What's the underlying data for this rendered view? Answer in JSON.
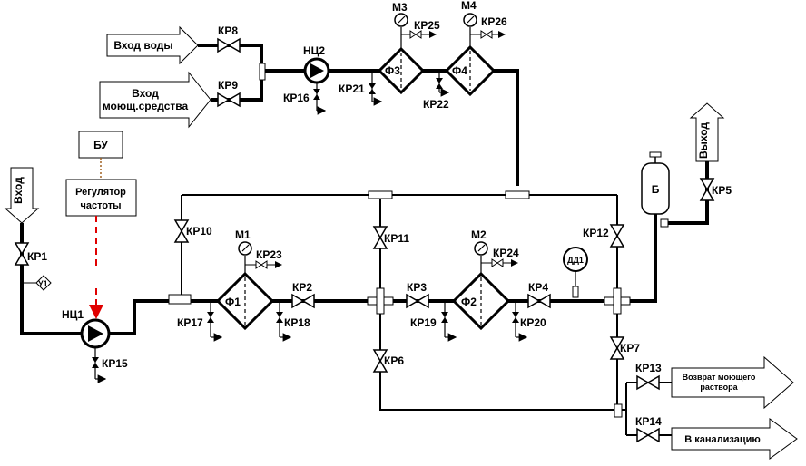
{
  "inlets": {
    "water": "Вход воды",
    "detergent_1": "Вход",
    "detergent_2": "моющ.средства",
    "main_in": "Вход",
    "main_out": "Выход"
  },
  "outlets": {
    "return_1": "Возврат моющего",
    "return_2": "раствора",
    "sewer": "В канализацию"
  },
  "control": {
    "bu": "БУ",
    "regulator_1": "Регулятор",
    "regulator_2": "частоты"
  },
  "pumps": {
    "nc1": "НЦ1",
    "nc2": "НЦ2"
  },
  "filters": {
    "f1": "Ф1",
    "f2": "Ф2",
    "f3": "Ф3",
    "f4": "Ф4"
  },
  "gauges": {
    "m1": "М1",
    "m2": "М2",
    "m3": "М3",
    "m4": "М4"
  },
  "tank": "Б",
  "level": "У1",
  "pressure_sensor": "ДД1",
  "valves": {
    "kr1": "КР1",
    "kr2": "КР2",
    "kr3": "КР3",
    "kr4": "КР4",
    "kr5": "КР5",
    "kr6": "КР6",
    "kr7": "КР7",
    "kr8": "КР8",
    "kr9": "КР9",
    "kr10": "КР10",
    "kr11": "КР11",
    "kr12": "КР12",
    "kr13": "КР13",
    "kr14": "КР14",
    "kr15": "КР15",
    "kr16": "КР16",
    "kr17": "КР17",
    "kr18": "КР18",
    "kr19": "КР19",
    "kr20": "КР20",
    "kr21": "КР21",
    "kr22": "КР22",
    "kr23": "КР23",
    "kr24": "КР24",
    "kr25": "КР25",
    "kr26": "КР26"
  }
}
